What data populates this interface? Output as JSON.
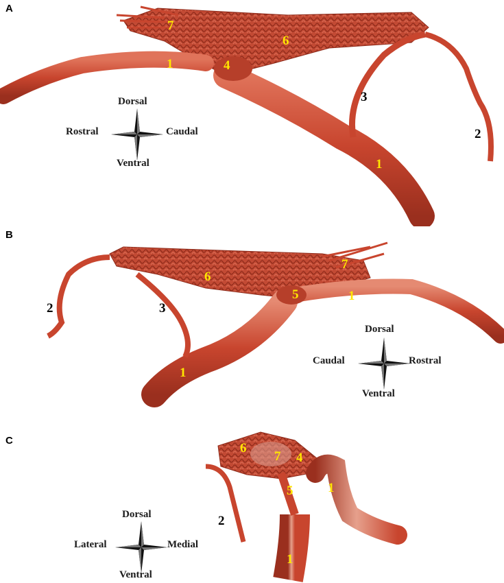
{
  "colors": {
    "vessel": "#c8452e",
    "vessel_dark": "#8f2a1b",
    "vessel_light": "#e58a72",
    "label_yellow": "#ffe600",
    "label_black": "#000000",
    "background": "#ffffff"
  },
  "panels": [
    {
      "letter": "A",
      "compass": {
        "up": "Dorsal",
        "down": "Ventral",
        "left": "Rostral",
        "right": "Caudal"
      },
      "labels": [
        {
          "text": "7",
          "color": "yellow"
        },
        {
          "text": "6",
          "color": "yellow"
        },
        {
          "text": "1",
          "color": "yellow"
        },
        {
          "text": "4",
          "color": "yellow"
        },
        {
          "text": "3",
          "color": "black"
        },
        {
          "text": "2",
          "color": "black"
        },
        {
          "text": "1",
          "color": "yellow"
        }
      ]
    },
    {
      "letter": "B",
      "compass": {
        "up": "Dorsal",
        "down": "Ventral",
        "left": "Caudal",
        "right": "Rostral"
      },
      "labels": [
        {
          "text": "7",
          "color": "yellow"
        },
        {
          "text": "6",
          "color": "yellow"
        },
        {
          "text": "5",
          "color": "yellow"
        },
        {
          "text": "1",
          "color": "yellow"
        },
        {
          "text": "2",
          "color": "black"
        },
        {
          "text": "3",
          "color": "black"
        },
        {
          "text": "1",
          "color": "yellow"
        }
      ]
    },
    {
      "letter": "C",
      "compass": {
        "up": "Dorsal",
        "down": "Ventral",
        "left": "Lateral",
        "right": "Medial"
      },
      "labels": [
        {
          "text": "6",
          "color": "yellow"
        },
        {
          "text": "7",
          "color": "yellow"
        },
        {
          "text": "4",
          "color": "yellow"
        },
        {
          "text": "5",
          "color": "yellow"
        },
        {
          "text": "1",
          "color": "yellow"
        },
        {
          "text": "2",
          "color": "black"
        },
        {
          "text": "1",
          "color": "yellow"
        }
      ]
    }
  ]
}
